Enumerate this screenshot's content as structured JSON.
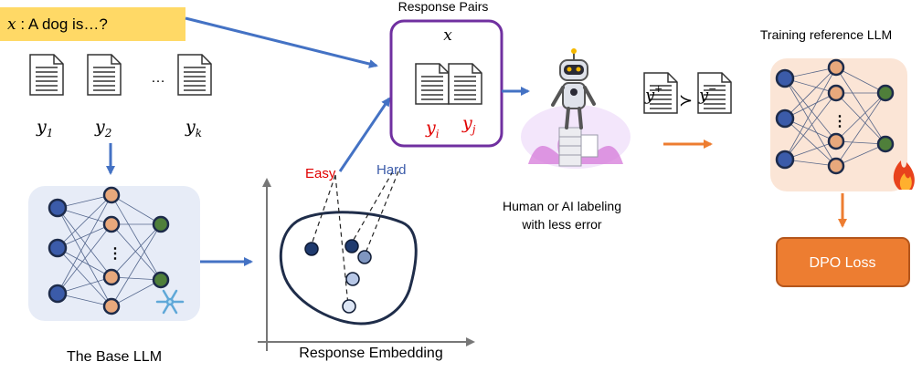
{
  "prompt": {
    "var": "x",
    "text": " : A dog is…?"
  },
  "responses": {
    "labels": [
      "y",
      "y",
      "y"
    ],
    "subs": [
      "1",
      "2",
      "k"
    ],
    "ellipsis": "…"
  },
  "response_pairs": {
    "title": "Response Pairs",
    "x": "x",
    "yi": "y",
    "yi_sub": "i",
    "yj": "y",
    "yj_sub": "j"
  },
  "labeling": {
    "line1": "Human or AI labeling",
    "line2": "with less error"
  },
  "preference": {
    "y_plus": "y",
    "plus": "+",
    "succ": "≻",
    "y_minus": "y",
    "minus": "−"
  },
  "training_llm": {
    "title": "Training reference LLM",
    "dots": "⋮"
  },
  "dpo_loss": {
    "label": "DPO Loss"
  },
  "base_llm": {
    "label": "The Base LLM",
    "dots": "⋮"
  },
  "embedding": {
    "xlabel": "Response Embedding",
    "easy": "Easy",
    "hard": "Hard"
  },
  "colors": {
    "arrow_blue": "#4472c4",
    "arrow_orange": "#ed7d31",
    "prompt_bg": "#ffd966",
    "pairs_border": "#7030a0",
    "red_text": "#e00000",
    "node_blue": "#3b5ba9",
    "node_orange": "#e8a87c",
    "node_green": "#4f7f3a",
    "base_panel": "#e7ecf7",
    "train_panel": "#fbe5d6",
    "dpo_fill": "#ed7d31"
  },
  "icons": [
    "document-icon",
    "robot-icon",
    "snowflake-icon",
    "fire-icon"
  ]
}
